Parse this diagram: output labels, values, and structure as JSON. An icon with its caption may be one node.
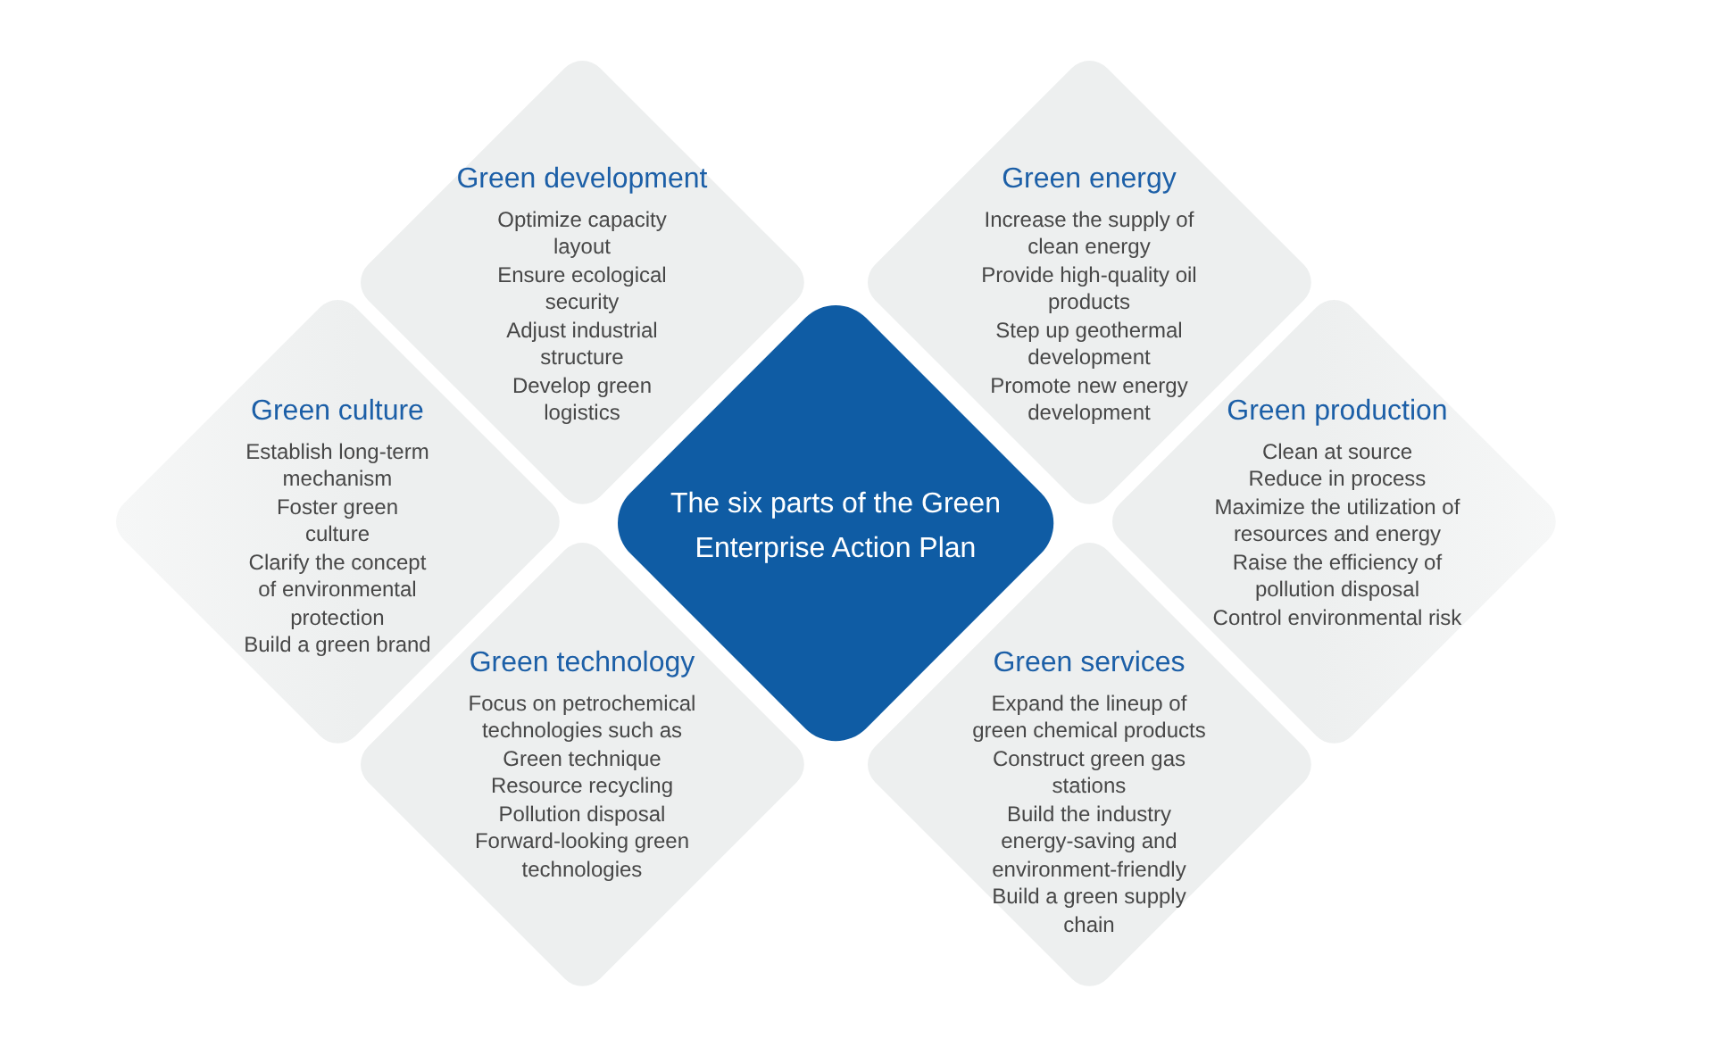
{
  "diagram": {
    "nodes": [
      {
        "text": [
          "Green development",
          "Optimize capacity layout",
          "Ensure ecological security",
          "Adjust industrial structure",
          "Develop green logistics"
        ]
      },
      {
        "text": [
          "Green energy",
          "Increase the supply of clean energy",
          "Provide high-quality oil products",
          "Step up geothermal development",
          "Promote new energy development"
        ]
      },
      {
        "text": [
          "Green culture",
          "Establish long-term mechanism",
          "Foster green culture",
          "Clarify the concept of environmental protection",
          "Build a green brand"
        ]
      },
      {
        "text": [
          "The six parts of the Green Enterprise Action Plan"
        ]
      },
      {
        "text": [
          "Green production",
          "Clean at source",
          "Reduce in process",
          "Maximize the utilization of resources and energy",
          "Raise the efficiency of pollution disposal",
          "Control environmental risk"
        ]
      },
      {
        "text": [
          "Green technology",
          "Focus on petrochemical technologies such as",
          "Green technique",
          "Resource recycling",
          "Pollution disposal",
          "Forward-looking green technologies"
        ]
      },
      {
        "text": [
          "Green services",
          "Expand the lineup of green chemical products",
          "Construct green gas stations",
          "Build the industry energy-saving and environment-friendly",
          "Build a green supply chain"
        ]
      }
    ]
  }
}
